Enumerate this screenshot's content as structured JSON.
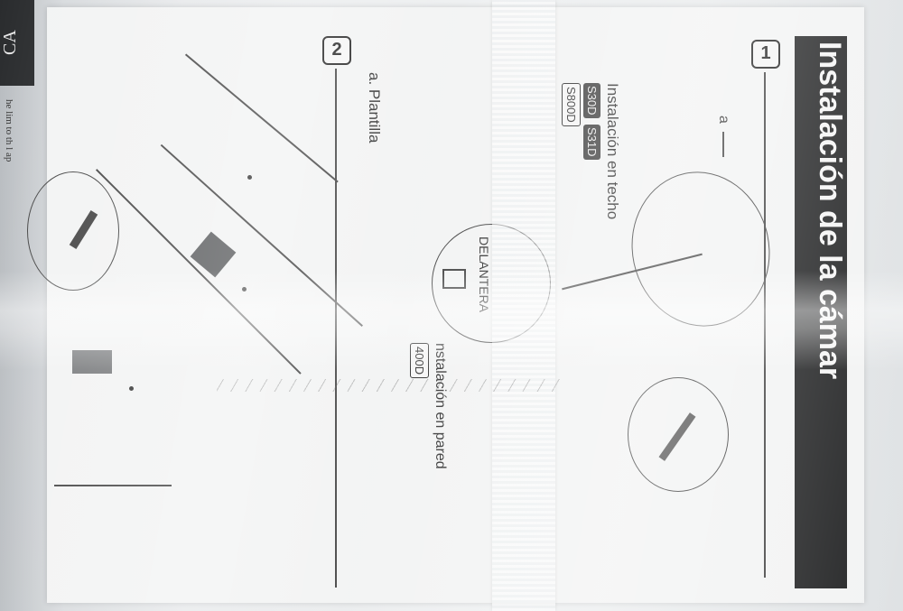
{
  "page": {
    "title": "Instalación de la cámar",
    "left_corner_text": "CA",
    "left_fragment": "he lim to th l ap"
  },
  "step1": {
    "number": "1",
    "label_a": "a",
    "heading": "Instalación en techo",
    "models": [
      "S30D",
      "S31D",
      "S800D"
    ],
    "front_label": "DELANTERA",
    "wall_heading": "nstalación en pared",
    "wall_model": "400D"
  },
  "step2": {
    "number": "2",
    "caption": "a. Plantilla"
  },
  "colors": {
    "title_bar": "#232425",
    "paper": "#f2f3f3",
    "ink": "#333333"
  }
}
